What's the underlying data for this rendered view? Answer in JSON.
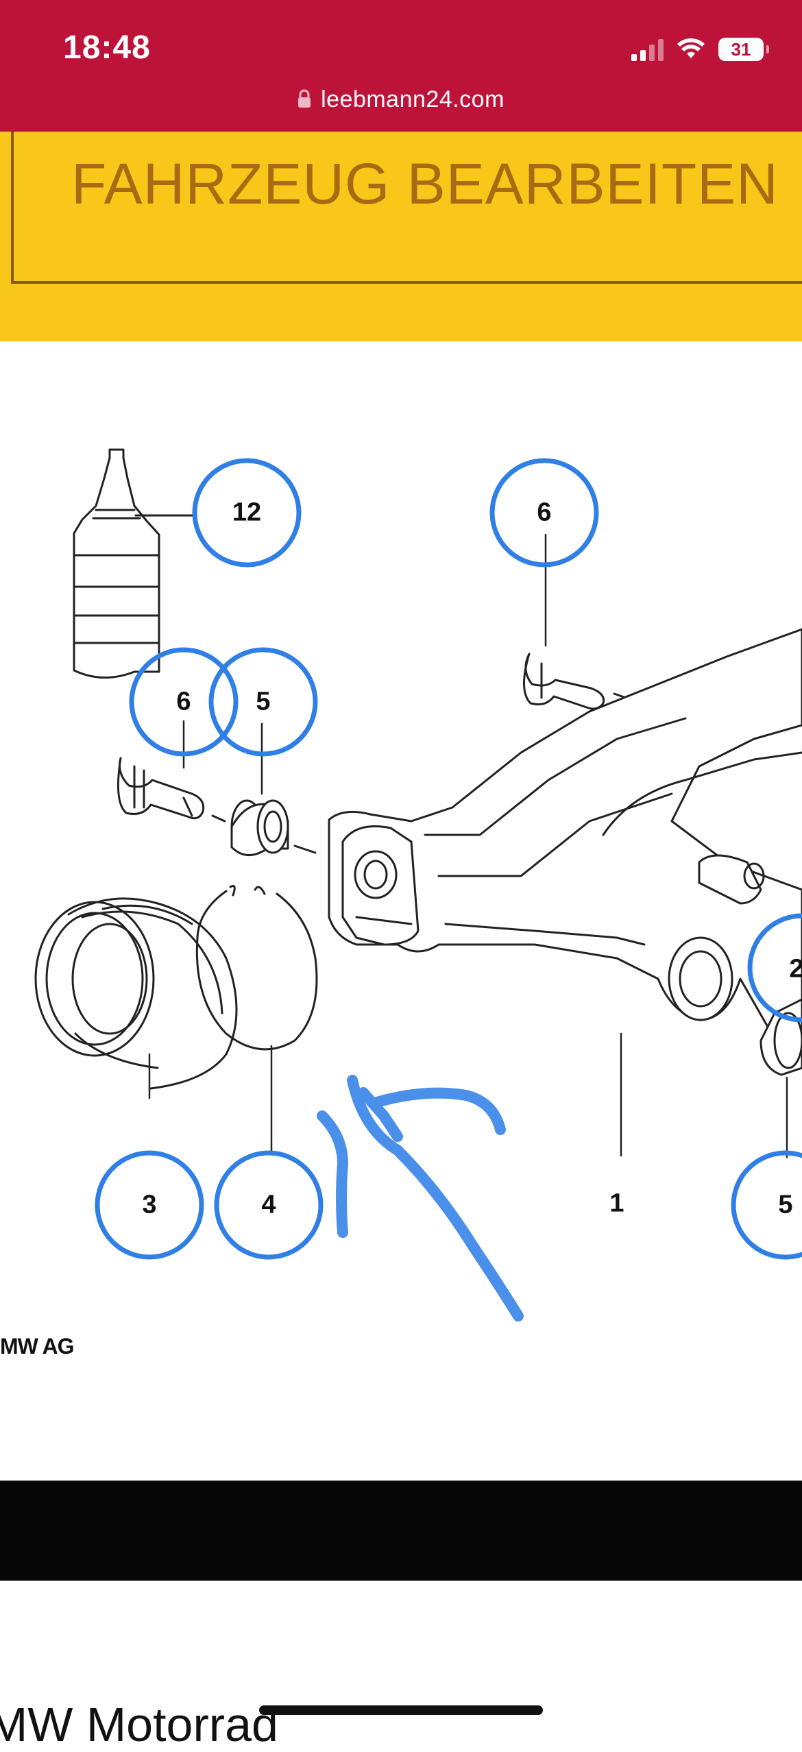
{
  "status_bar": {
    "time": "18:48",
    "battery": "31",
    "signal_icon": "cellular-signal-icon",
    "wifi_icon": "wifi-icon"
  },
  "browser": {
    "url": "leebmann24.com",
    "lock_icon": "lock-icon"
  },
  "header": {
    "title": "FAHRZEUG BEARBEITEN",
    "background": "#f8c719",
    "title_color": "#a86a12"
  },
  "diagram": {
    "callouts": [
      "12",
      "6",
      "6",
      "5",
      "2",
      "3",
      "4",
      "1",
      "5"
    ],
    "copyright": "MW AG",
    "circle_color": "#2f7fe6",
    "handwriting_color": "#3b86e8"
  },
  "footer": {
    "text": "MW Motorrad"
  },
  "colors": {
    "status_bar": "#bd1339",
    "band": "#070707"
  }
}
